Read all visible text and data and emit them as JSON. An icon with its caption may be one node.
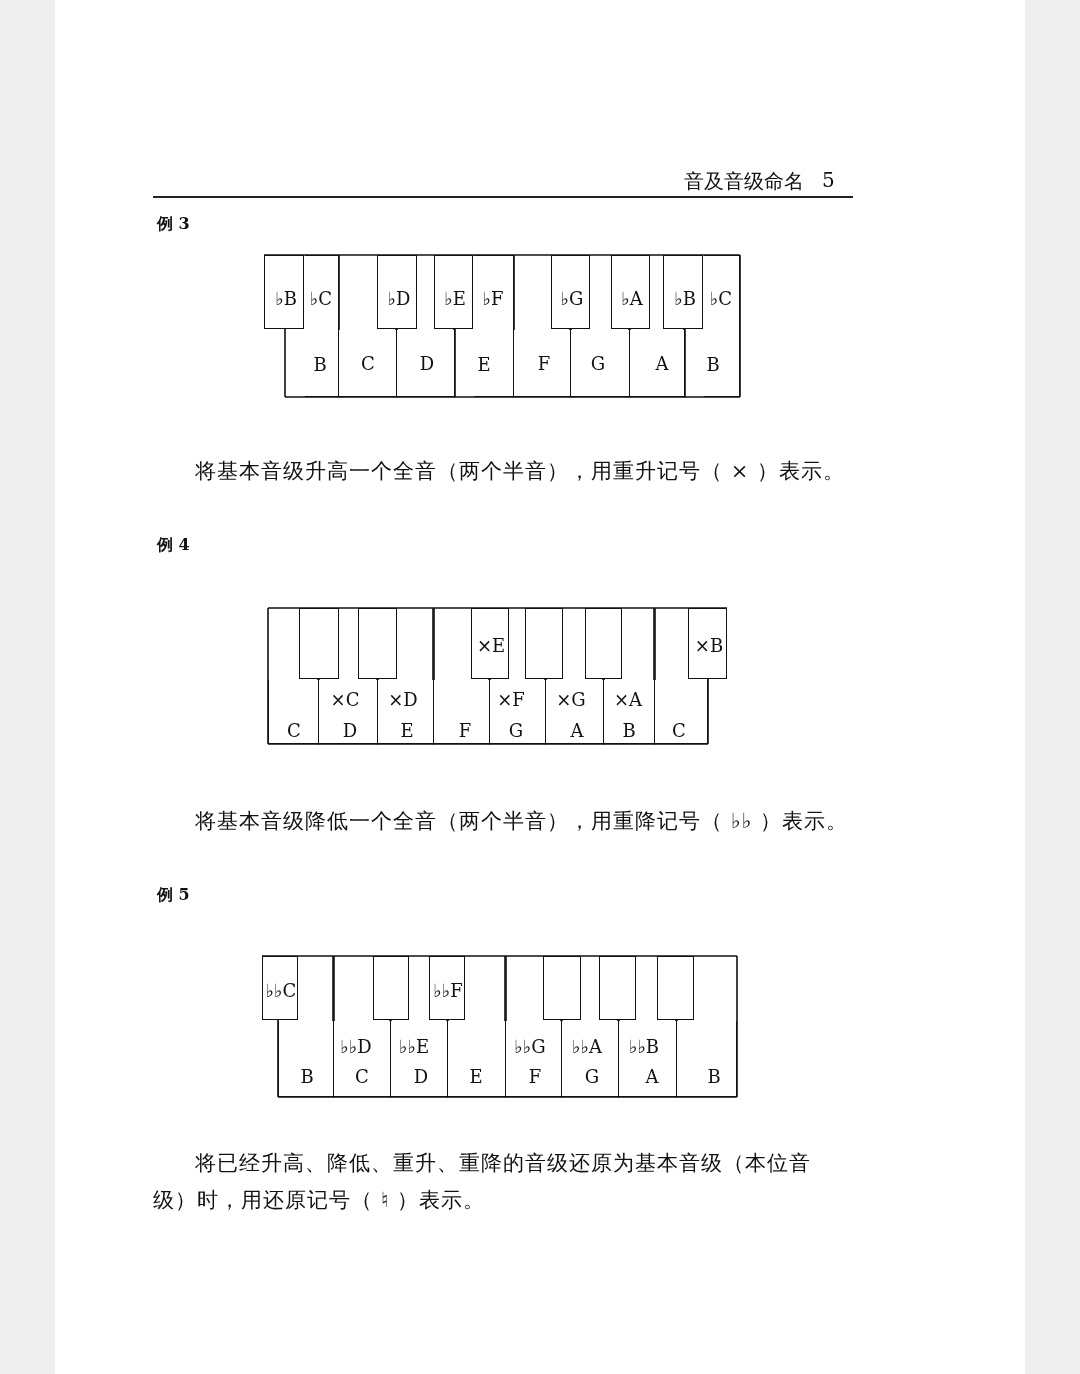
{
  "diagram": {
    "title": "音及音级命名",
    "nodes": [
      {
        "text": [
          "♭B"
        ]
      },
      {
        "text": [
          "♭D"
        ]
      },
      {
        "text": [
          "♭E"
        ]
      },
      {
        "text": [
          "♭G"
        ]
      },
      {
        "text": [
          "♭A"
        ]
      },
      {
        "text": [
          "♭B"
        ]
      },
      {
        "text": [
          "♭C",
          "B"
        ]
      },
      {
        "text": [
          "C"
        ]
      },
      {
        "text": [
          "D"
        ]
      },
      {
        "text": [
          "♭F",
          "E"
        ]
      },
      {
        "text": [
          "F"
        ]
      },
      {
        "text": [
          "G"
        ]
      },
      {
        "text": [
          "A"
        ]
      },
      {
        "text": [
          "♭C",
          "B"
        ]
      },
      {
        "text": [],
        "shape": "box"
      },
      {
        "text": [],
        "shape": "box"
      },
      {
        "text": [
          "×E"
        ]
      },
      {
        "text": [],
        "shape": "box"
      },
      {
        "text": [],
        "shape": "box"
      },
      {
        "text": [
          "×B"
        ]
      },
      {
        "text": [
          "C"
        ]
      },
      {
        "text": [
          "×C",
          "D"
        ]
      },
      {
        "text": [
          "×D",
          "E"
        ]
      },
      {
        "text": [
          "F"
        ]
      },
      {
        "text": [
          "×F",
          "G"
        ]
      },
      {
        "text": [
          "×G",
          "A"
        ]
      },
      {
        "text": [
          "×A",
          "B"
        ]
      },
      {
        "text": [
          "C"
        ]
      },
      {
        "text": [
          "♭♭C"
        ]
      },
      {
        "text": [],
        "shape": "box"
      },
      {
        "text": [
          "♭♭F"
        ]
      },
      {
        "text": [],
        "shape": "box"
      },
      {
        "text": [],
        "shape": "box"
      },
      {
        "text": [],
        "shape": "box"
      },
      {
        "text": [
          "B"
        ]
      },
      {
        "text": [
          "♭♭D",
          "C"
        ]
      },
      {
        "text": [
          "♭♭E",
          "D"
        ]
      },
      {
        "text": [
          "E"
        ]
      },
      {
        "text": [
          "♭♭G",
          "F"
        ]
      },
      {
        "text": [
          "♭♭A",
          "G"
        ]
      },
      {
        "text": [
          "♭♭B",
          "A"
        ]
      },
      {
        "text": [
          "B"
        ]
      }
    ],
    "labels": [
      "5",
      "例 3",
      "将基本音级升高一个全音（两个半音），用重升记号（ × ）表示。",
      "例 4",
      "将基本音级降低一个全音（两个半音），用重降记号（ ♭♭ ）表示。",
      "例 5",
      "将已经升高、降低、重升、重降的音级还原为基本音级（本位音级）时，用还原记号（ ♮ ）表示。"
    ]
  }
}
